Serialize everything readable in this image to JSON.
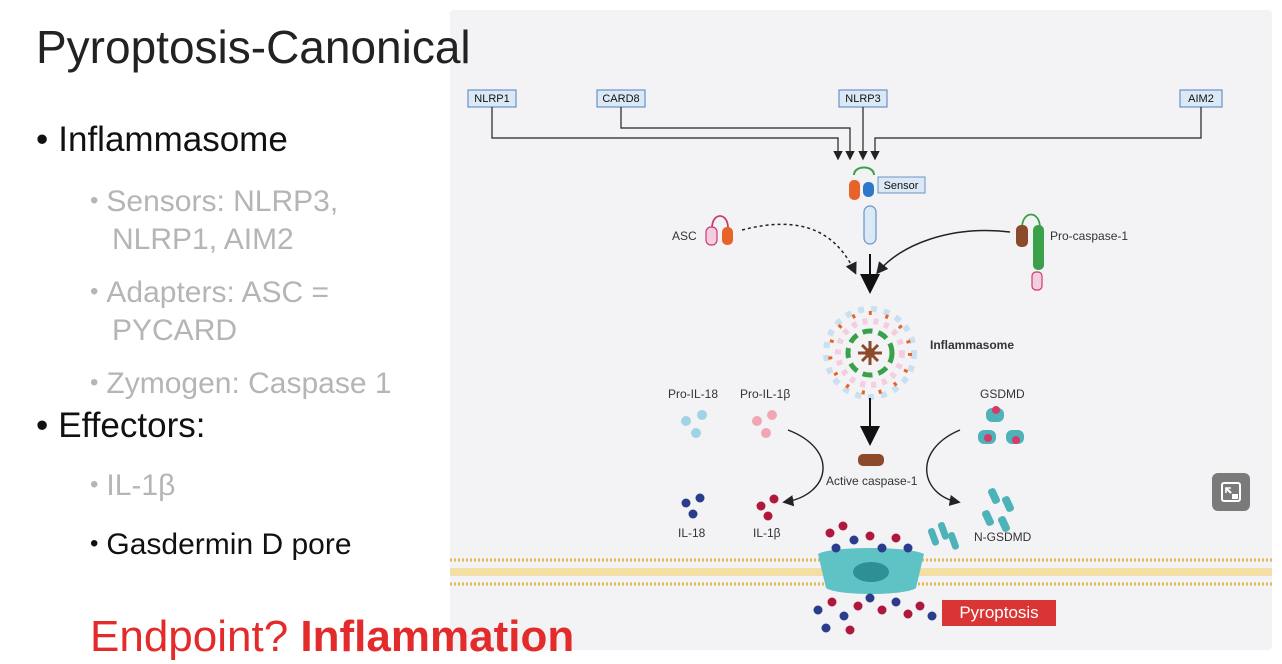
{
  "slide": {
    "title": "Pyroptosis-Canonical",
    "bullets": {
      "inflammasome": "Inflammasome",
      "sensors": "Sensors: NLRP3,",
      "sensors_cont": "NLRP1, AIM2",
      "adapters": "Adapters: ASC =",
      "adapters_cont": "PYCARD",
      "zymogen": "Zymogen: Caspase 1",
      "effectors": "Effectors:",
      "il1b": "IL-1β",
      "gasdermin": "Gasdermin D pore"
    },
    "endpoint_prefix": "Endpoint? ",
    "endpoint_bold": "Inflammation"
  },
  "figure": {
    "sensors": [
      "NLRP1",
      "CARD8",
      "NLRP3",
      "AIM2"
    ],
    "sensor_tag": "Sensor",
    "asc": "ASC",
    "pro_caspase": "Pro-caspase-1",
    "inflammasome": "Inflammasome",
    "pro_il18": "Pro-IL-18",
    "pro_il1b": "Pro-IL-1β",
    "gsdmd": "GSDMD",
    "active_caspase": "Active caspase-1",
    "il18": "IL-18",
    "il1b": "IL-1β",
    "n_gsdmd": "N-GSDMD",
    "pyroptosis": "Pyroptosis"
  },
  "colors": {
    "accent_red": "#e32b2b",
    "pyroptosis_box": "#d93535",
    "membrane": "#e6b84a",
    "pore": "#5fc3c6",
    "gsdmd": "#4db3b8",
    "il18": "#2a3c8a",
    "il1b": "#b0173c"
  },
  "icons": {
    "expand": "expand-icon"
  }
}
